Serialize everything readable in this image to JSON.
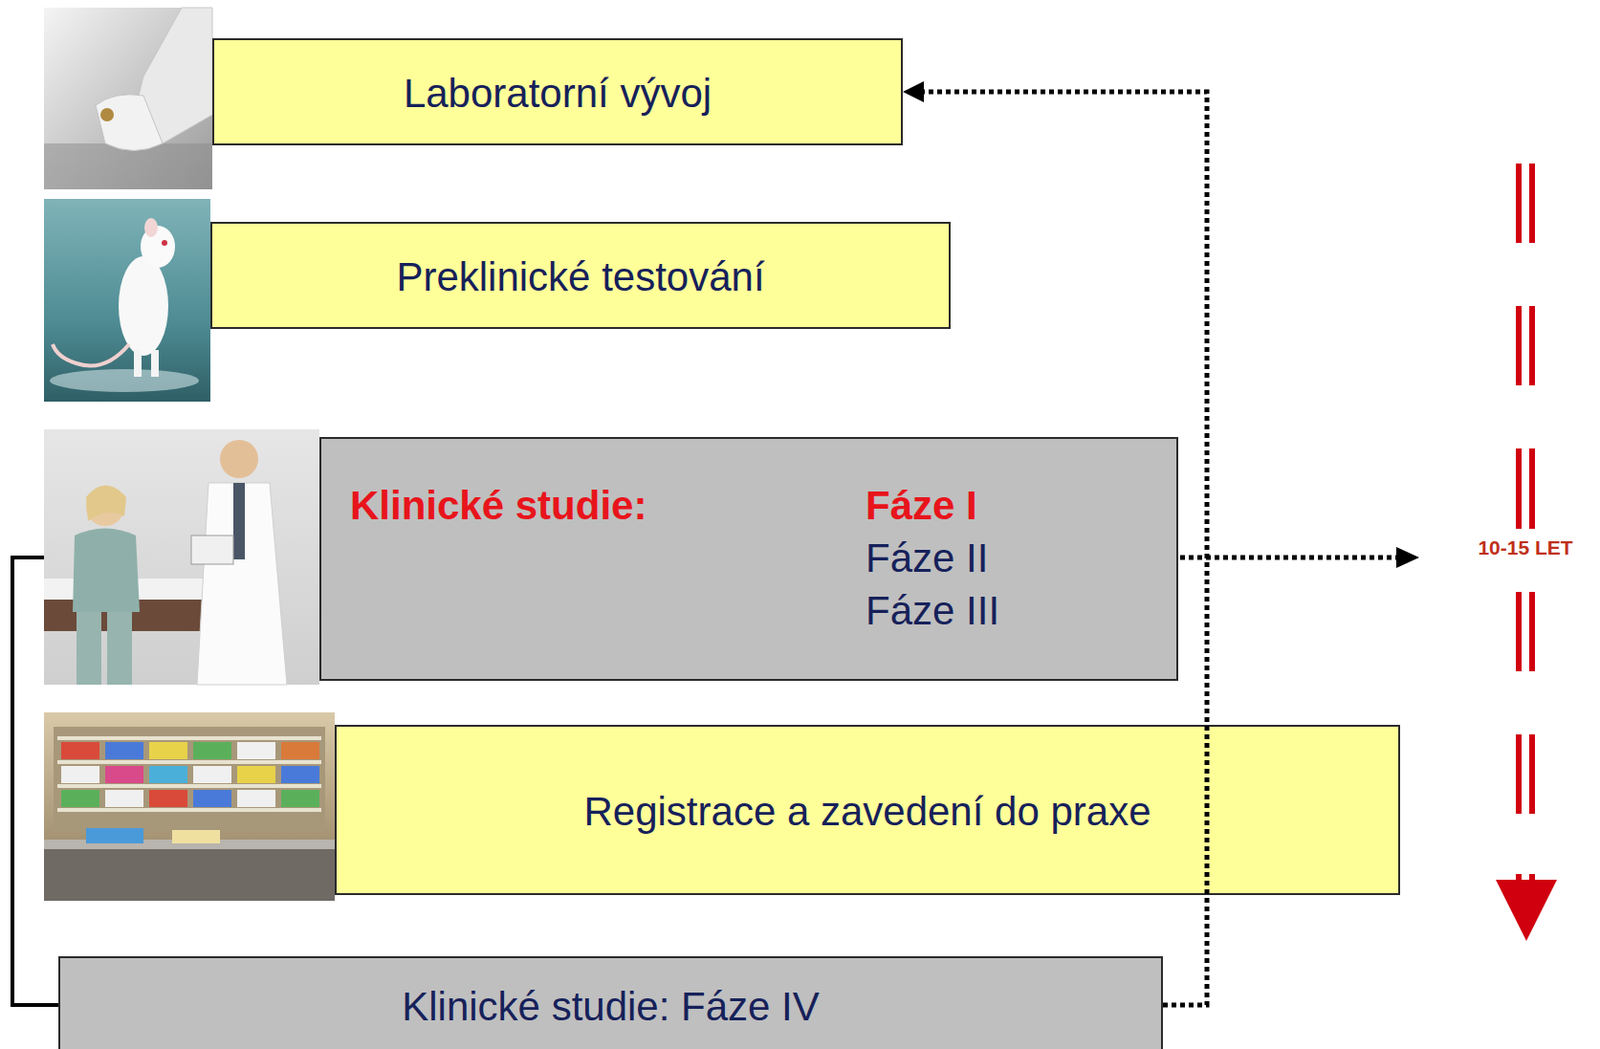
{
  "diagram": {
    "nodes": [
      {
        "text": [
          "Laboratorní vývoj"
        ]
      },
      {
        "text": [
          "Preklinické testování"
        ]
      },
      {
        "text": [
          "Klinické studie:",
          "Fáze I",
          "Fáze II",
          "Fáze III"
        ]
      },
      {
        "text": [
          "Registrace a zavedení do praxe"
        ]
      },
      {
        "text": [
          "Klinické studie: Fáze IV"
        ]
      }
    ],
    "edges": [
      {
        "from": 4,
        "to": 0,
        "arrow": "to"
      },
      {
        "from": 4,
        "to": 2,
        "arrow": "none"
      }
    ],
    "labels": [
      "10-15 LET"
    ]
  }
}
